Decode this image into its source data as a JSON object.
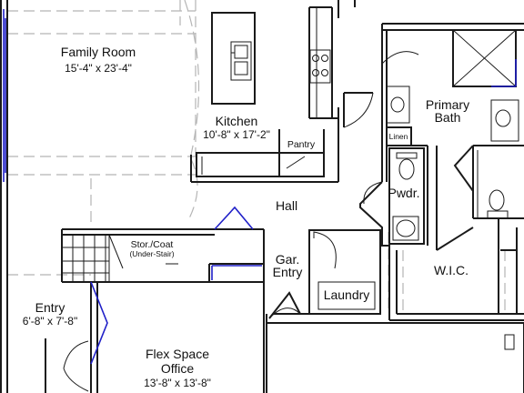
{
  "rooms": {
    "family_room": {
      "name": "Family Room",
      "dims": "15'-4\" x 23'-4\""
    },
    "kitchen": {
      "name": "Kitchen",
      "dims": "10'-8\" x 17'-2\""
    },
    "pantry": {
      "name": "Pantry"
    },
    "primary_bath": {
      "line1": "Primary",
      "line2": "Bath"
    },
    "linen": {
      "name": "Linen"
    },
    "powder": {
      "name": "Pwdr."
    },
    "hall": {
      "name": "Hall"
    },
    "storage": {
      "name": "Stor./Coat",
      "note": "(Under-Stair)"
    },
    "garage_entry": {
      "line1": "Gar.",
      "line2": "Entry"
    },
    "laundry": {
      "name": "Laundry"
    },
    "wic": {
      "name": "W.I.C."
    },
    "entry": {
      "name": "Entry",
      "dims": "6'-8\" x 7'-8\""
    },
    "flex": {
      "line1": "Flex Space",
      "line2": "Office",
      "dims": "13'-8\" x 13'-8\""
    }
  },
  "colors": {
    "wall": "#1a1a1a",
    "door_accent": "#2020c8",
    "dashed": "#b5b5b5"
  }
}
